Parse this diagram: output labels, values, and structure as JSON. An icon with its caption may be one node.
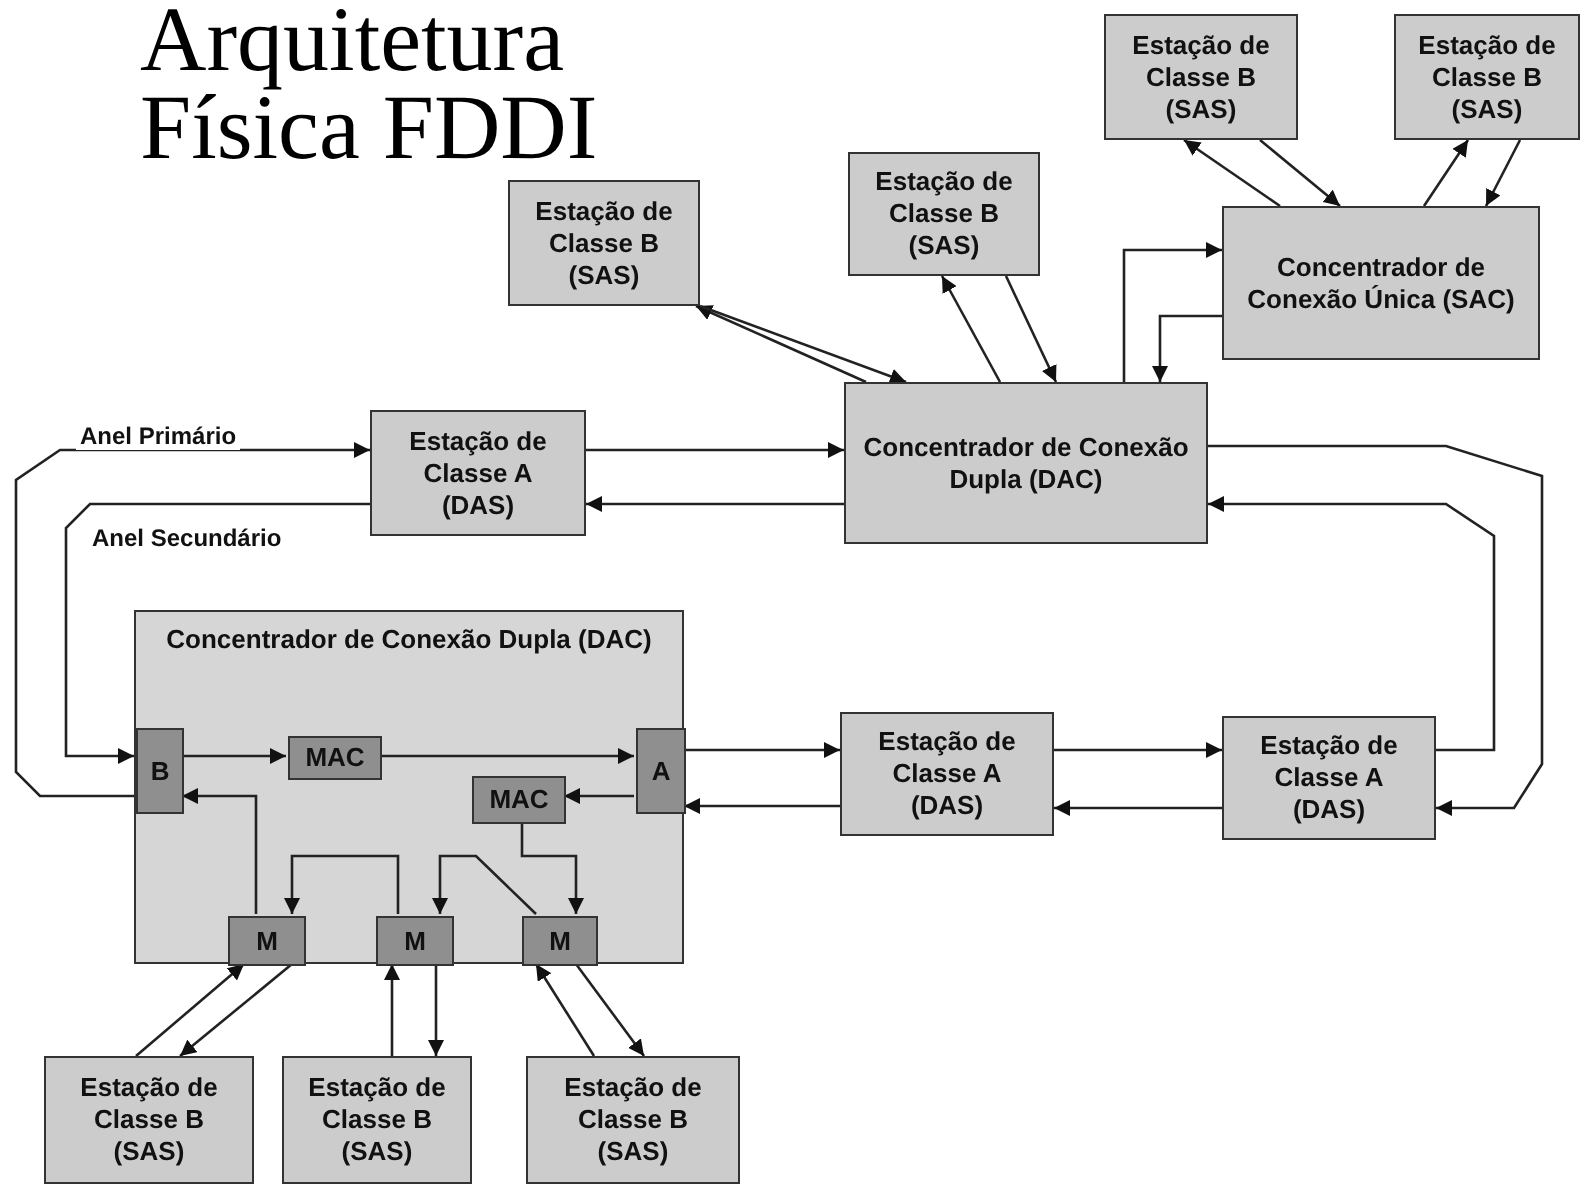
{
  "diagram": {
    "title": "Arquitetura Física FDDI",
    "nodes": [
      {
        "text": [
          "Estação de Classe B (SAS)"
        ]
      },
      {
        "text": [
          "Estação de Classe B (SAS)"
        ]
      },
      {
        "text": [
          "Estação de Classe B (SAS)"
        ]
      },
      {
        "text": [
          "Estação de Classe B (SAS)"
        ]
      },
      {
        "text": [
          "Concentrador de Conexão Única (SAC)"
        ]
      },
      {
        "text": [
          "Estação de Classe A (DAS)"
        ]
      },
      {
        "text": [
          "Concentrador de Conexão Dupla (DAC)"
        ]
      },
      {
        "text": [
          "Concentrador de Conexão Dupla (DAC)"
        ]
      },
      {
        "text": [
          "B"
        ],
        "in": 7
      },
      {
        "text": [
          "MAC"
        ],
        "in": 7
      },
      {
        "text": [
          "A"
        ],
        "in": 7
      },
      {
        "text": [
          "MAC"
        ],
        "in": 7
      },
      {
        "text": [
          "M"
        ],
        "in": 7
      },
      {
        "text": [
          "M"
        ],
        "in": 7
      },
      {
        "text": [
          "M"
        ],
        "in": 7
      },
      {
        "text": [
          "Estação de Classe A (DAS)"
        ]
      },
      {
        "text": [
          "Estação de Classe A (DAS)"
        ]
      },
      {
        "text": [
          "Estação de Classe B (SAS)"
        ]
      },
      {
        "text": [
          "Estação de Classe B (SAS)"
        ]
      },
      {
        "text": [
          "Estação de Classe B (SAS)"
        ]
      }
    ],
    "edges": [
      {
        "from": 8,
        "to": 5,
        "arrow": "to",
        "label": "Anel Primário"
      },
      {
        "from": 5,
        "to": 8,
        "arrow": "to",
        "label": "Anel Secundário"
      },
      {
        "from": 5,
        "to": 6,
        "arrow": "to"
      },
      {
        "from": 6,
        "to": 5,
        "arrow": "to"
      },
      {
        "from": 6,
        "to": 16,
        "arrow": "to"
      },
      {
        "from": 16,
        "to": 6,
        "arrow": "to"
      },
      {
        "from": 15,
        "to": 16,
        "arrow": "to"
      },
      {
        "from": 16,
        "to": 15,
        "arrow": "to"
      },
      {
        "from": 10,
        "to": 15,
        "arrow": "to"
      },
      {
        "from": 15,
        "to": 10,
        "arrow": "to"
      },
      {
        "from": 8,
        "to": 9,
        "arrow": "to"
      },
      {
        "from": 9,
        "to": 10,
        "arrow": "to"
      },
      {
        "from": 10,
        "to": 11,
        "arrow": "to"
      },
      {
        "from": 11,
        "to": 14,
        "arrow": "to"
      },
      {
        "from": 14,
        "to": 13,
        "arrow": "to"
      },
      {
        "from": 13,
        "to": 12,
        "arrow": "to"
      },
      {
        "from": 12,
        "to": 8,
        "arrow": "to"
      },
      {
        "from": 17,
        "to": 12,
        "arrow": "to"
      },
      {
        "from": 12,
        "to": 17,
        "arrow": "to"
      },
      {
        "from": 18,
        "to": 13,
        "arrow": "to"
      },
      {
        "from": 13,
        "to": 18,
        "arrow": "to"
      },
      {
        "from": 19,
        "to": 14,
        "arrow": "to"
      },
      {
        "from": 14,
        "to": 19,
        "arrow": "to"
      },
      {
        "from": 6,
        "to": 2,
        "arrow": "to"
      },
      {
        "from": 2,
        "to": 6,
        "arrow": "to"
      },
      {
        "from": 6,
        "to": 3,
        "arrow": "to"
      },
      {
        "from": 3,
        "to": 6,
        "arrow": "to"
      },
      {
        "from": 6,
        "to": 4,
        "arrow": "to"
      },
      {
        "from": 4,
        "to": 6,
        "arrow": "to"
      },
      {
        "from": 4,
        "to": 0,
        "arrow": "to"
      },
      {
        "from": 0,
        "to": 4,
        "arrow": "to"
      },
      {
        "from": 4,
        "to": 1,
        "arrow": "to"
      },
      {
        "from": 1,
        "to": 4,
        "arrow": "to"
      }
    ]
  }
}
